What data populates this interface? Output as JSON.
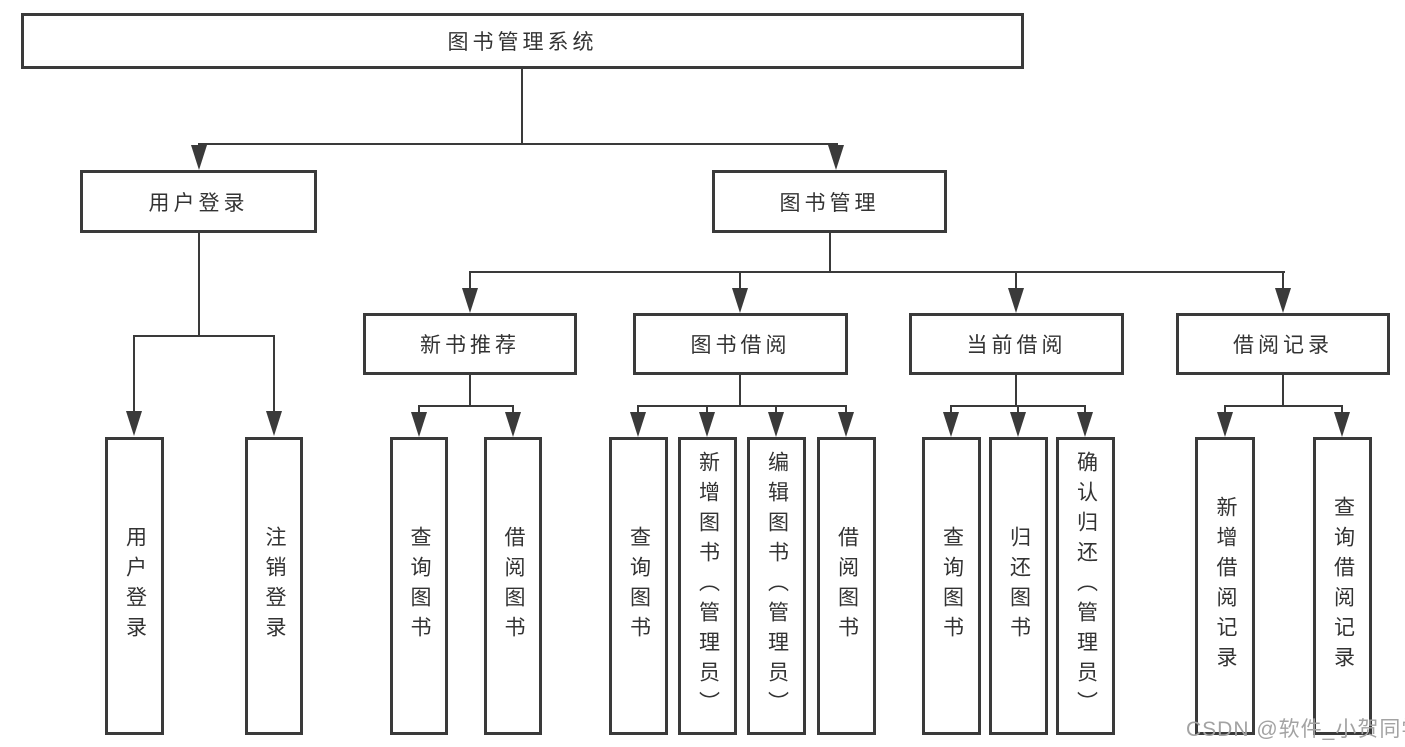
{
  "nodes": {
    "root": "图书管理系统",
    "user_login": "用户登录",
    "book_mgmt": "图书管理",
    "user_children": [
      "用户登录",
      "注销登录"
    ],
    "sections": [
      {
        "label": "新书推荐",
        "children": [
          "查询图书",
          "借阅图书"
        ]
      },
      {
        "label": "图书借阅",
        "children": [
          "查询图书",
          "新增图书（管理员）",
          "编辑图书（管理员）",
          "借阅图书"
        ]
      },
      {
        "label": "当前借阅",
        "children": [
          "查询图书",
          "归还图书",
          "确认归还（管理员）"
        ]
      },
      {
        "label": "借阅记录",
        "children": [
          "新增借阅记录",
          "查询借阅记录"
        ]
      }
    ]
  },
  "watermark": "CSDN @软件_小贺同学",
  "colors": {
    "line": "#3a3a3a",
    "text": "#333333",
    "watermark": "#a3a3a3",
    "background": "#ffffff"
  }
}
